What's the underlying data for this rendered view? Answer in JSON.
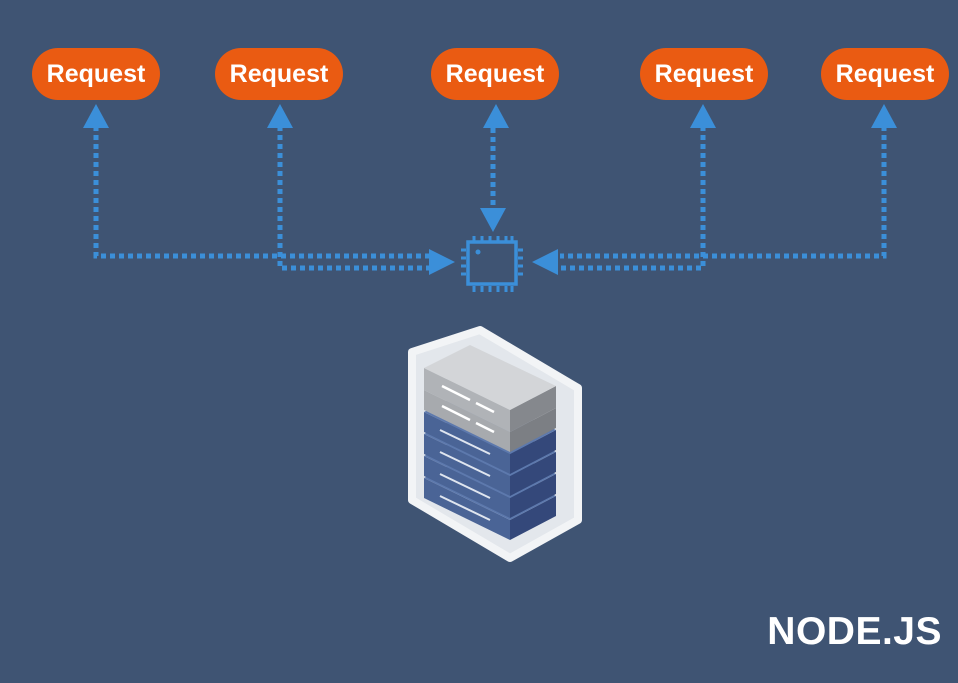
{
  "requests": [
    {
      "label": "Request"
    },
    {
      "label": "Request"
    },
    {
      "label": "Request"
    },
    {
      "label": "Request"
    },
    {
      "label": "Request"
    }
  ],
  "brand": "NODE.JS",
  "icons": {
    "processor": "cpu-chip-icon",
    "server": "server-stack-icon"
  },
  "colors": {
    "background": "#3f5473",
    "request": "#ea5b12",
    "connector": "#3b8fd9",
    "text": "#ffffff"
  }
}
